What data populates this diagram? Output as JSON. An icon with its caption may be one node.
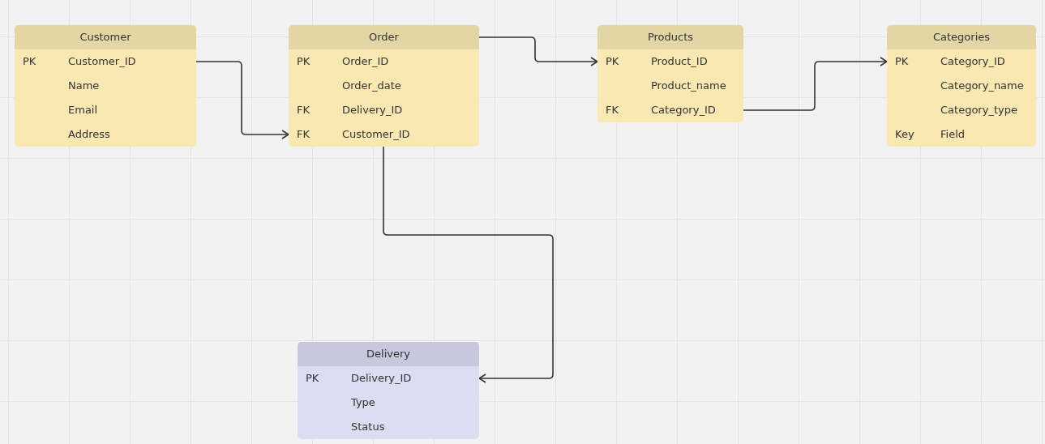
{
  "diagram": {
    "nodes": [
      {
        "text": [
          "Customer"
        ]
      },
      {
        "text": [
          "PK",
          "Customer_ID"
        ],
        "in": 0
      },
      {
        "text": [
          "Name"
        ],
        "in": 0
      },
      {
        "text": [
          "Email"
        ],
        "in": 0
      },
      {
        "text": [
          "Address"
        ],
        "in": 0
      },
      {
        "text": [
          "Order"
        ]
      },
      {
        "text": [
          "PK",
          "Order_ID"
        ],
        "in": 5
      },
      {
        "text": [
          "Order_date"
        ],
        "in": 5
      },
      {
        "text": [
          "FK",
          "Delivery_ID"
        ],
        "in": 5
      },
      {
        "text": [
          "FK",
          "Customer_ID"
        ],
        "in": 5
      },
      {
        "text": [
          "Products"
        ]
      },
      {
        "text": [
          "PK",
          "Product_ID"
        ],
        "in": 10
      },
      {
        "text": [
          "Product_name"
        ],
        "in": 10
      },
      {
        "text": [
          "FK",
          "Category_ID"
        ],
        "in": 10
      },
      {
        "text": [
          "Categories"
        ]
      },
      {
        "text": [
          "PK",
          "Category_ID"
        ],
        "in": 14
      },
      {
        "text": [
          "Category_name"
        ],
        "in": 14
      },
      {
        "text": [
          "Category_type"
        ],
        "in": 14
      },
      {
        "text": [
          "Key",
          "Field"
        ],
        "in": 14
      },
      {
        "text": [
          "Delivery"
        ]
      },
      {
        "text": [
          "PK",
          "Delivery_ID"
        ],
        "in": 19
      },
      {
        "text": [
          "Type"
        ],
        "in": 19
      },
      {
        "text": [
          "Status"
        ],
        "in": 19
      }
    ],
    "edges": [
      {
        "from": 1,
        "to": 9,
        "arrow": "to"
      },
      {
        "from": 5,
        "to": 11,
        "arrow": "to"
      },
      {
        "from": 13,
        "to": 15,
        "arrow": "to"
      },
      {
        "from": 5,
        "to": 20,
        "arrow": "to"
      }
    ]
  }
}
